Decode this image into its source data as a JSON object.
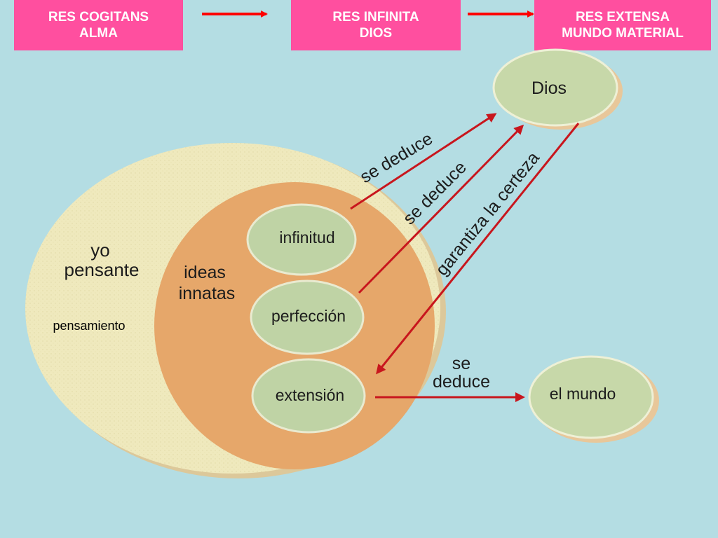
{
  "header": {
    "boxes": [
      {
        "line1": "RES COGITANS",
        "line2": "ALMA"
      },
      {
        "line1": "RES  INFINITA",
        "line2": "DIOS"
      },
      {
        "line1": "RES EXTENSA",
        "line2": "MUNDO MATERIAL"
      }
    ]
  },
  "diagram": {
    "outer": {
      "line1": "yo",
      "line2": "pensante",
      "sub": "pensamiento"
    },
    "inner": {
      "line1": "ideas",
      "line2": "innatas"
    },
    "ideas": [
      "infinitud",
      "perfección",
      "extensión"
    ],
    "dios": "Dios",
    "mundo": "el mundo",
    "arrows": {
      "a1": "se deduce",
      "a2": "se deduce",
      "a3": "garantiza la certeza",
      "a4_line1": "se",
      "a4_line2": "deduce"
    }
  },
  "colors": {
    "background": "#b4dde3",
    "header_box": "#ff4f9f",
    "arrow": "#c8161d",
    "outer_circle": "#efe9bd",
    "inner_ellipse": "#e6a76a",
    "idea_ellipse": "#bfd3a5"
  }
}
